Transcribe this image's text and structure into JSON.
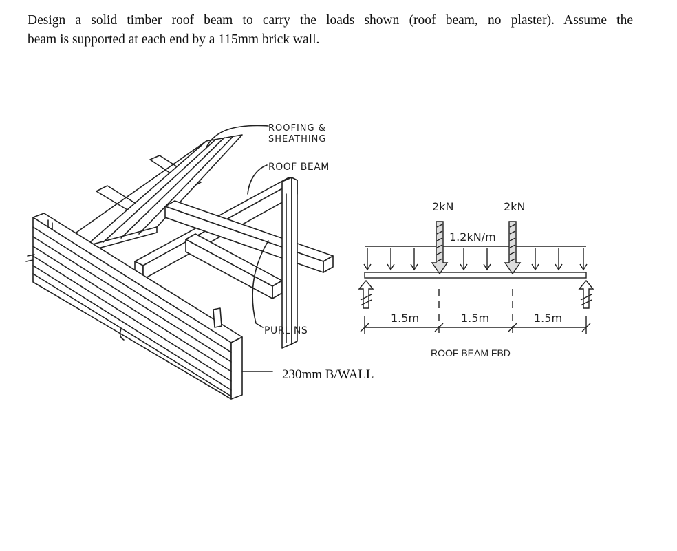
{
  "problem": {
    "line1": "Design a solid timber roof beam to carry the loads shown (roof beam, no plaster). Assume the",
    "line2": "beam is supported at each end by a 115mm brick wall."
  },
  "sketch": {
    "labels": {
      "roofing_line1": "ROOFING &",
      "roofing_line2": "SHEATHING",
      "roof_beam": "ROOF BEAM",
      "purlins": "PURLINS",
      "wall": "230mm B/WALL"
    }
  },
  "fbd": {
    "title": "ROOF BEAM FBD",
    "point_loads": [
      "2kN",
      "2kN"
    ],
    "udl": "1.2kN/m",
    "spans": [
      "1.5m",
      "1.5m",
      "1.5m"
    ]
  }
}
